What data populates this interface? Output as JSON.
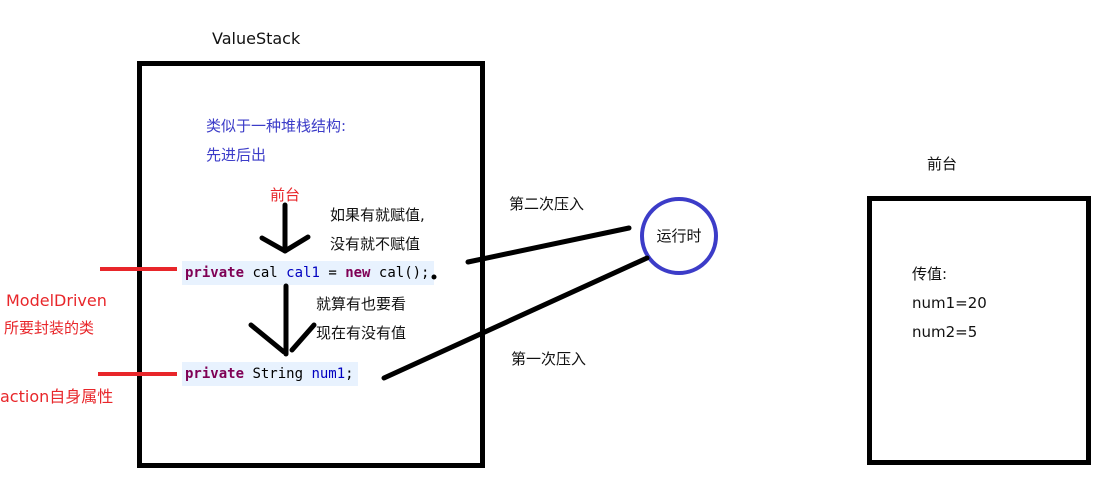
{
  "valuestack": {
    "title": "ValueStack",
    "description_line1": "类似于一种堆栈结构:",
    "description_line2": "先进后出",
    "frontend_label": "前台",
    "note_top_line1": "如果有就赋值,",
    "note_top_line2": "没有就不赋值",
    "note_bottom_line1": "就算有也要看",
    "note_bottom_line2": "现在有没有值",
    "code_line1": {
      "kw1": "private",
      "type": " cal ",
      "field": "cal1",
      "op": " = ",
      "kw2": "new",
      "rest": " cal();"
    },
    "code_line2": {
      "kw1": "private",
      "type": " String ",
      "field": "num1",
      "rest": ";"
    }
  },
  "left_labels": {
    "model_driven_line1": "ModelDriven",
    "model_driven_line2": "所要封装的类",
    "action_property": "action自身属性"
  },
  "runtime": {
    "label": "运行时",
    "second_push": "第二次压入",
    "first_push": "第一次压入"
  },
  "frontend_box": {
    "title": "前台",
    "line1": "传值:",
    "line2": "num1=20",
    "line3": "num2=5"
  },
  "colors": {
    "blue_accent": "#3c3cc8",
    "red_accent": "#e8262a",
    "code_bg": "#e8f2fe",
    "keyword": "#7f0055",
    "field": "#0000c0"
  }
}
